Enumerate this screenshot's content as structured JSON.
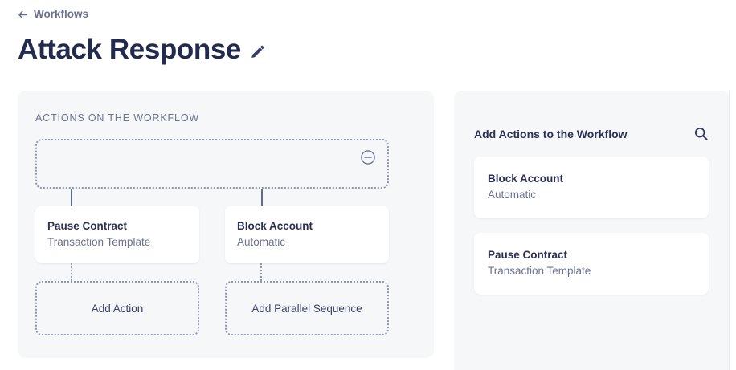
{
  "header": {
    "back_label": "Workflows",
    "back_icon": "arrow-left-icon",
    "title": "Attack Response",
    "edit_icon": "pencil-icon"
  },
  "canvas": {
    "section_label": "ACTIONS ON THE WORKFLOW",
    "trigger": {
      "remove_icon": "minus-circle-icon"
    },
    "branches": [
      {
        "title": "Pause Contract",
        "subtitle": "Transaction Template",
        "add_label": "Add Action"
      },
      {
        "title": "Block Account",
        "subtitle": "Automatic",
        "add_label": "Add Parallel Sequence"
      }
    ]
  },
  "library": {
    "title": "Add Actions to the Workflow",
    "search_icon": "search-icon",
    "cards": [
      {
        "title": "Block Account",
        "subtitle": "Automatic"
      },
      {
        "title": "Pause Contract",
        "subtitle": "Transaction Template"
      }
    ]
  },
  "colors": {
    "page_bg": "#ffffff",
    "panel_bg": "#f6f7f9",
    "card_bg": "#ffffff",
    "text_dark": "#2b3055",
    "text_muted": "#6b7390",
    "title": "#222a4e",
    "dotted_border": "#8f97b4",
    "connector": "#5f6a92"
  }
}
